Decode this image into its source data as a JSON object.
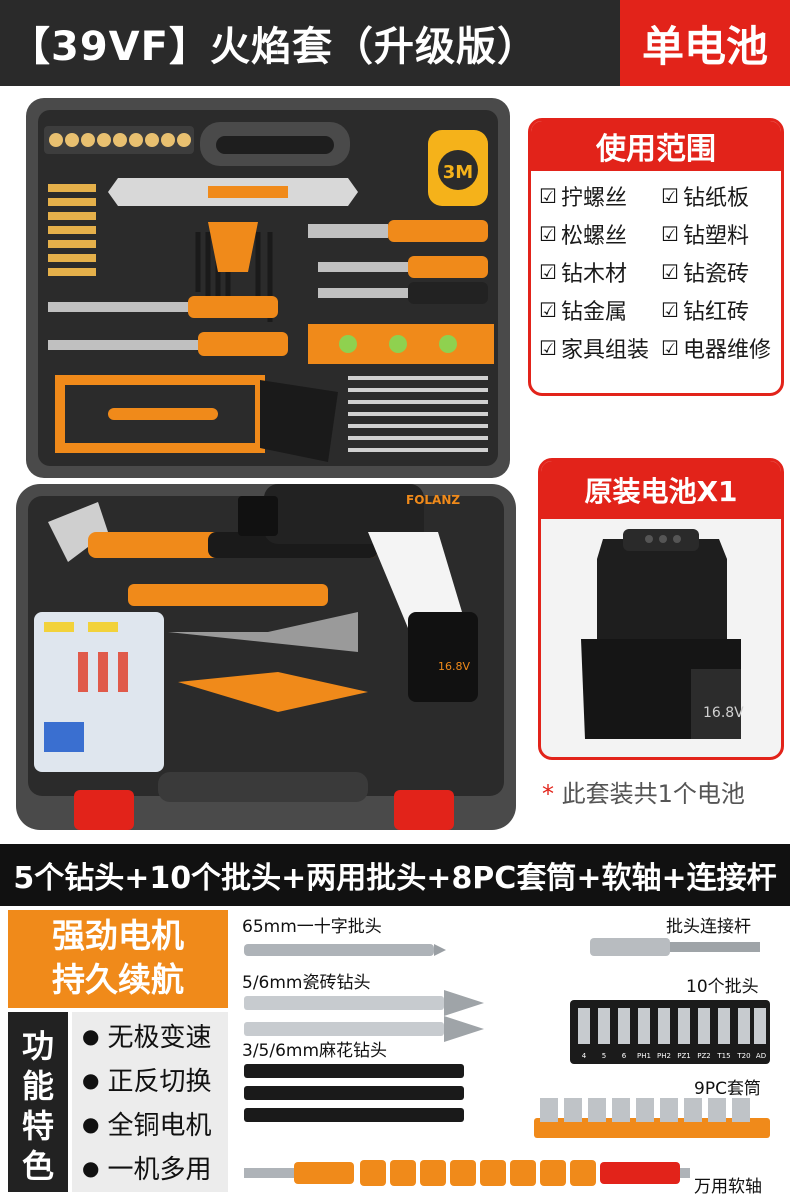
{
  "header": {
    "title": "【39VF】火焰套（升级版）",
    "badge": "单电池"
  },
  "scope": {
    "heading": "使用范围",
    "items": [
      "拧螺丝",
      "钻纸板",
      "松螺丝",
      "钻塑料",
      "钻木材",
      "钻瓷砖",
      "钻金属",
      "钻红砖",
      "家具组装",
      "电器维修"
    ]
  },
  "toolbox": {
    "tape_label": "3M",
    "drill_brand": "FOLANZ",
    "drill_battery_label": "16.8V"
  },
  "battery": {
    "heading": "原装电池X1",
    "voltage_label": "16.8V",
    "note_star": "*",
    "note": "此套装共1个电池"
  },
  "band": {
    "text": "5个钻头+10个批头+两用批头+8PC套筒+软轴+连接杆"
  },
  "motor": {
    "line1": "强劲电机",
    "line2": "持久续航"
  },
  "features": {
    "label": [
      "功",
      "能",
      "特",
      "色"
    ],
    "items": [
      "无极变速",
      "正反切换",
      "全铜电机",
      "一机多用"
    ]
  },
  "accessories": {
    "bit_65": "65mm一十字批头",
    "extension": "批头连接杆",
    "tile_bits": "5/6mm瓷砖钻头",
    "bits10": "10个批头",
    "twist_bits": "3/5/6mm麻花钻头",
    "sockets": "9PC套筒",
    "shaft": "万用软轴",
    "bit_codes": [
      "4",
      "5",
      "6",
      "PH1",
      "PH2",
      "PZ1",
      "PZ2",
      "T15",
      "T20",
      "AD"
    ]
  },
  "colors": {
    "brand_red": "#e2231a",
    "orange": "#f08a1a",
    "case_grey": "#3a3a3a"
  }
}
